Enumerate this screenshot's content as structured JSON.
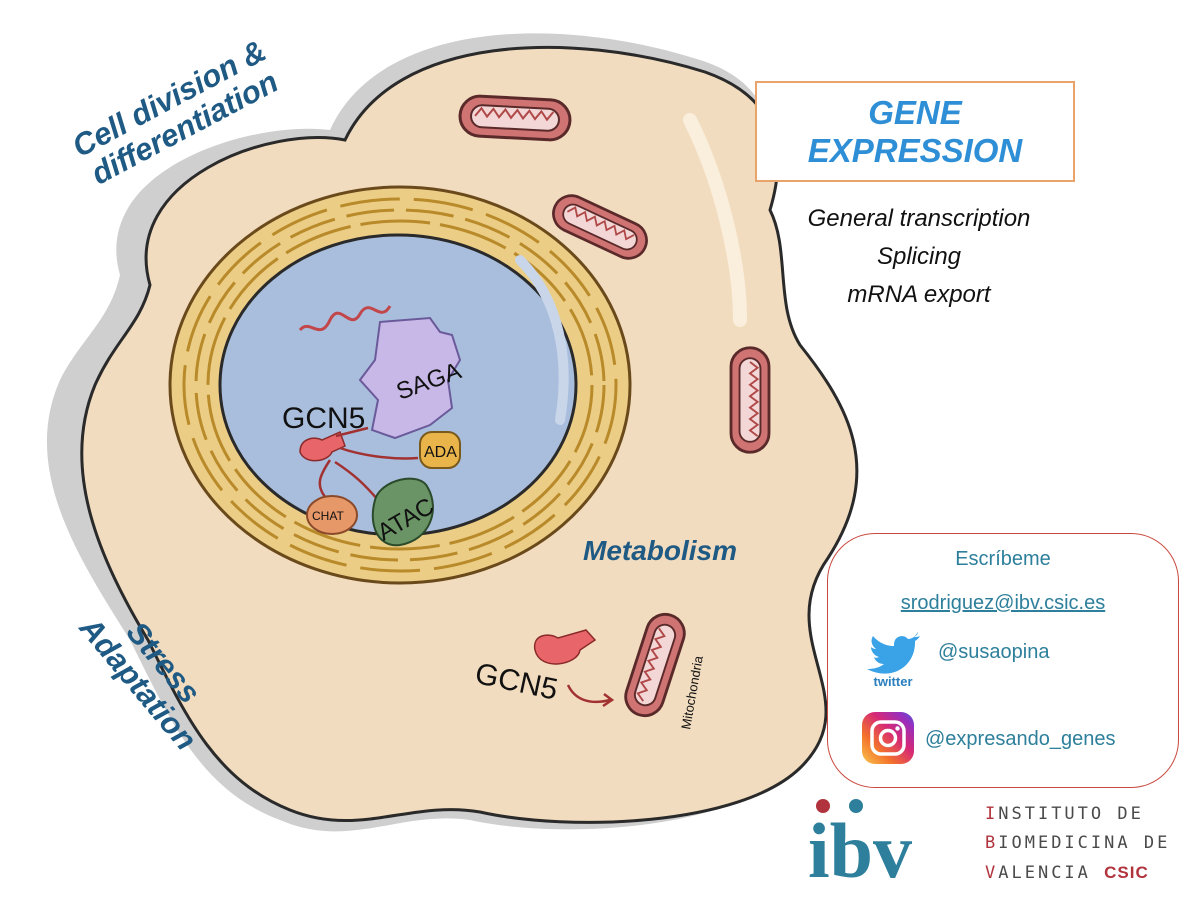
{
  "labels": {
    "cell_division": "Cell division &\ndifferentiation",
    "stress": "Stress\nAdaptation",
    "metabolism": "Metabolism"
  },
  "gene_expression": {
    "title": "GENE\nEXPRESSION",
    "items": [
      "General transcription",
      "Splicing",
      "mRNA export"
    ]
  },
  "nucleus": {
    "gcn5": "GCN5",
    "saga": "SAGA",
    "ada": "ADA",
    "chat": "CHAT",
    "atac": "ATAC"
  },
  "cytoplasm": {
    "gcn5": "GCN5",
    "mitochondria": "Mitochondria"
  },
  "contact": {
    "title": "Escríbeme",
    "email": "srodriguez@ibv.csic.es",
    "twitter_word": "twitter",
    "twitter": "@susaopina",
    "instagram": "@expresando_genes"
  },
  "institute": {
    "logo_text": "ibv",
    "line1_first": "I",
    "line1_rest": "NSTITUTO DE",
    "line2_first": "B",
    "line2_rest": "IOMEDICINA DE",
    "line3_first": "V",
    "line3_rest": "ALENCIA ",
    "csic": "CSIC"
  },
  "colors": {
    "cell": "#f2dcbf",
    "nucleus": "#a9bedd",
    "er": "#e9c36d",
    "mito": "#d07373",
    "saga": "#c7b8e8",
    "ada": "#e9b54a",
    "chat": "#e79868",
    "atac": "#6a9466",
    "gcn5": "#e8666a",
    "accent_blue": "#1f5a84"
  }
}
